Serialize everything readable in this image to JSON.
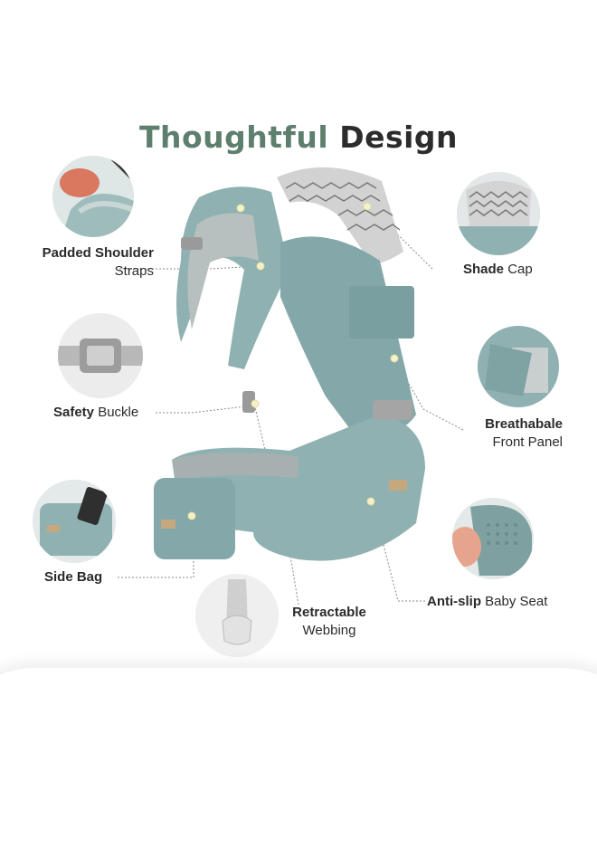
{
  "title": {
    "part1": "Thoughtful",
    "part2": "Design"
  },
  "colors": {
    "accent_green": "#5e7f6e",
    "text_dark": "#2c2c2c",
    "carrier_blue": "#8fb1b2",
    "dot": "#f4f0c8"
  },
  "features": {
    "padded_shoulder": {
      "bold": "Padded Shoulder",
      "rest": "Straps"
    },
    "shade_cap": {
      "bold": "Shade",
      "rest": "Cap"
    },
    "safety_buckle": {
      "bold": "Safety",
      "rest": "Buckle"
    },
    "breathable": {
      "bold": "Breathabale",
      "rest": "Front Panel"
    },
    "side_bag": {
      "bold": "Side Bag",
      "rest": ""
    },
    "anti_slip": {
      "bold": "Anti-slip",
      "rest": "Baby Seat"
    },
    "retractable": {
      "bold": "Retractable",
      "rest": "Webbing"
    }
  }
}
